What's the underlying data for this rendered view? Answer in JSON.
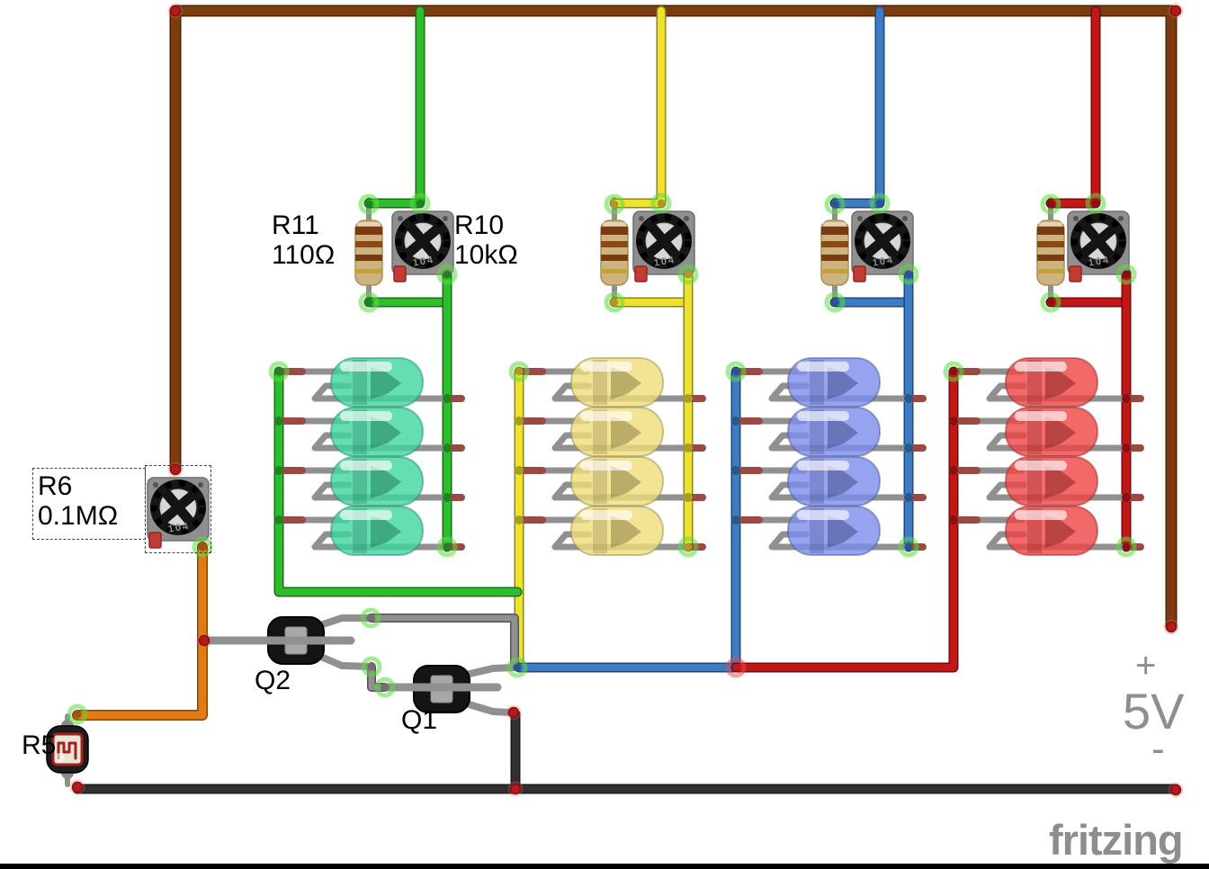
{
  "app": {
    "watermark": "fritzing"
  },
  "power": {
    "plus": "+",
    "voltage": "5V",
    "minus": "-"
  },
  "components": {
    "r11": {
      "ref": "R11",
      "value": "110Ω"
    },
    "r10": {
      "ref": "R10",
      "value": "10kΩ"
    },
    "r6": {
      "ref": "R6",
      "value": "0.1MΩ",
      "selected": true
    },
    "r5": {
      "ref": "R5"
    },
    "q2": {
      "ref": "Q2"
    },
    "q1": {
      "ref": "Q1"
    },
    "trimpot_marking": "104"
  },
  "led_groups": [
    {
      "color_name": "green",
      "count": 4
    },
    {
      "color_name": "yellow",
      "count": 4
    },
    {
      "color_name": "blue",
      "count": 4
    },
    {
      "color_name": "red",
      "count": 4
    }
  ],
  "colors": {
    "wire_brown": "#7c3c0e",
    "wire_green": "#2dbd2d",
    "wire_yellow": "#efe22e",
    "wire_blue": "#3d7bc4",
    "wire_red": "#c31717",
    "wire_orange": "#df7c14",
    "wire_black": "#303030",
    "lead_gray": "#909090",
    "lead_tip": "#9a4a42",
    "led_green": "#3fd69f",
    "led_yellow": "#f0dd7a",
    "led_blue": "#7b8cec",
    "led_red": "#ef4343",
    "label_gray": "#8e8e8e"
  }
}
